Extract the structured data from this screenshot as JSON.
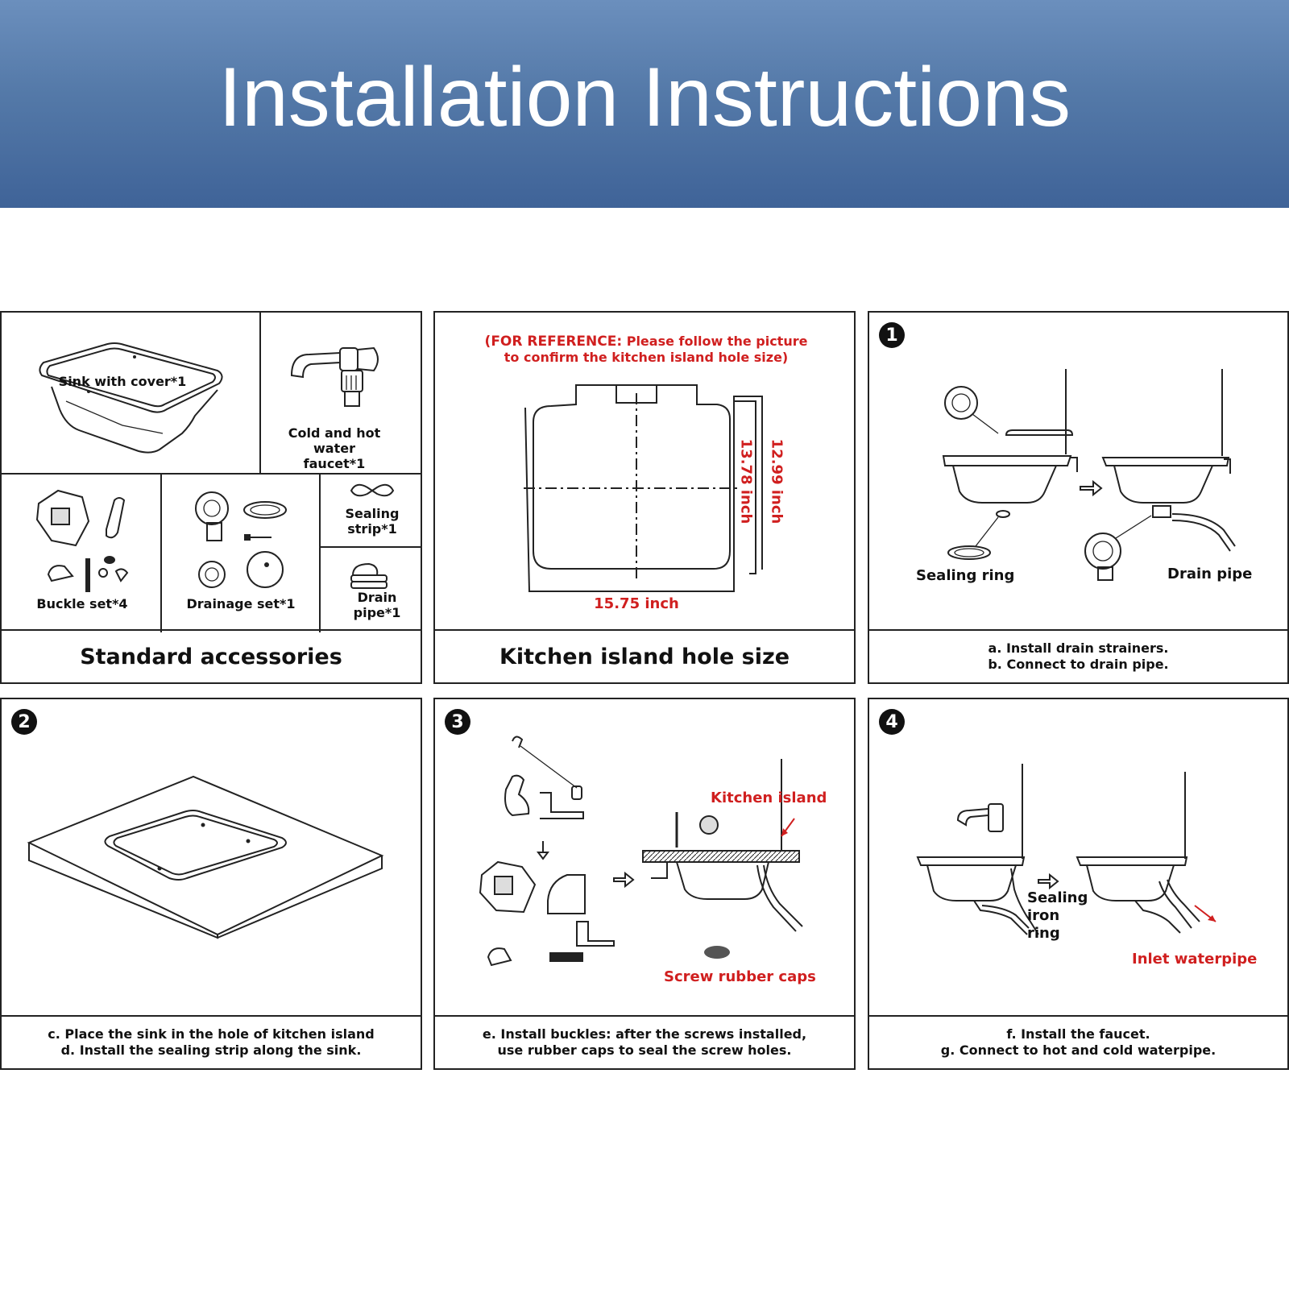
{
  "header": {
    "title": "Installation Instructions"
  },
  "accessories": {
    "sink": "Sink with cover*1",
    "faucet": "Cold and hot water faucet*1",
    "buckle": "Buckle set*4",
    "drainage": "Drainage set*1",
    "sealing_strip": "Sealing strip*1",
    "drain_pipe": "Drain pipe*1",
    "caption": "Standard accessories"
  },
  "hole": {
    "note_prefix": "(FOR REFERENCE:",
    "note_line1": "Please follow the picture",
    "note_line2": "to confirm the kitchen island hole size)",
    "width": "15.75 inch",
    "height_inner": "13.78 inch",
    "height_outer": "12.99 inch",
    "caption": "Kitchen island hole size"
  },
  "step1": {
    "number": "1",
    "sealing_ring": "Sealing ring",
    "drain_pipe": "Drain pipe",
    "caption_a": "a. Install drain strainers.",
    "caption_b": "b. Connect to drain pipe."
  },
  "step2": {
    "number": "2",
    "caption_c": "c. Place the sink in the hole of kitchen island",
    "caption_d": "d. Install the sealing strip along the sink."
  },
  "step3": {
    "number": "3",
    "kitchen_island": "Kitchen island",
    "screw_caps": "Screw rubber caps",
    "caption_e1": "e. Install buckles: after the screws installed,",
    "caption_e2": "use rubber caps to seal the screw holes."
  },
  "step4": {
    "number": "4",
    "sealing_iron_ring": "Sealing iron ring",
    "inlet": "Inlet waterpipe",
    "caption_f": "f. Install the faucet.",
    "caption_g": "g. Connect to hot and cold waterpipe."
  }
}
